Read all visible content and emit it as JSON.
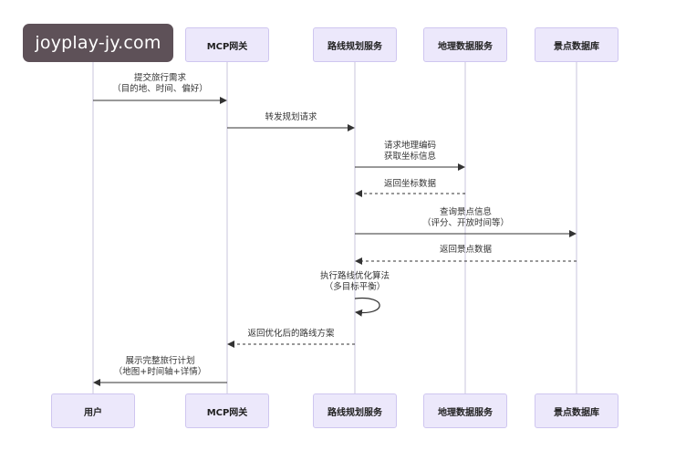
{
  "participants": [
    {
      "id": "user",
      "label_top": "",
      "label_bottom": "用户"
    },
    {
      "id": "gateway",
      "label_top": "MCP网关",
      "label_bottom": "MCP网关"
    },
    {
      "id": "planner",
      "label_top": "路线规划服务",
      "label_bottom": "路线规划服务"
    },
    {
      "id": "geo",
      "label_top": "地理数据服务",
      "label_bottom": "地理数据服务"
    },
    {
      "id": "poi",
      "label_top": "景点数据库",
      "label_bottom": "景点数据库"
    }
  ],
  "messages": [
    {
      "from": "user",
      "to": "gateway",
      "style": "solid",
      "lines": [
        "提交旅行需求",
        "（目的地、时间、偏好）"
      ]
    },
    {
      "from": "gateway",
      "to": "planner",
      "style": "solid",
      "lines": [
        "转发规划请求"
      ]
    },
    {
      "from": "planner",
      "to": "geo",
      "style": "solid",
      "lines": [
        "请求地理编码",
        "获取坐标信息"
      ]
    },
    {
      "from": "geo",
      "to": "planner",
      "style": "dashed",
      "lines": [
        "返回坐标数据"
      ]
    },
    {
      "from": "planner",
      "to": "poi",
      "style": "solid",
      "lines": [
        "查询景点信息",
        "（评分、开放时间等）"
      ]
    },
    {
      "from": "poi",
      "to": "planner",
      "style": "dashed",
      "lines": [
        "返回景点数据"
      ]
    },
    {
      "from": "planner",
      "to": "planner",
      "style": "self",
      "lines": [
        "执行路线优化算法",
        "（多目标平衡）"
      ]
    },
    {
      "from": "planner",
      "to": "gateway",
      "style": "dashed",
      "lines": [
        "返回优化后的路线方案"
      ]
    },
    {
      "from": "gateway",
      "to": "user",
      "style": "solid",
      "lines": [
        "展示完整旅行计划",
        "（地图+时间轴+详情）"
      ]
    }
  ],
  "watermark": {
    "text": "joyplay-jy.com"
  },
  "colors": {
    "participant_fill": "#ece8fb",
    "participant_border": "#cfc6f0",
    "lifeline": "#c9c4dc",
    "arrow": "#333333"
  }
}
